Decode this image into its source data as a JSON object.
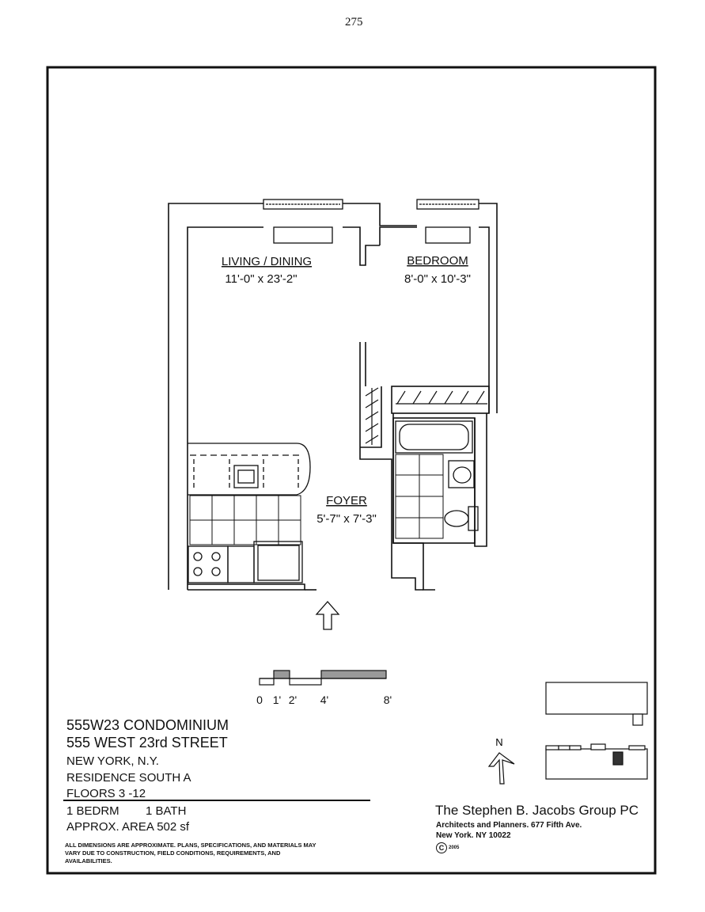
{
  "page_number": "275",
  "rooms": [
    {
      "name": "LIVING / DINING",
      "size": "11'-0\" x 23'-2\""
    },
    {
      "name": "BEDROOM",
      "size": "8'-0\" x 10'-3\""
    },
    {
      "name": "FOYER",
      "size": "5'-7\" x 7'-3\""
    }
  ],
  "scale_bar": {
    "labels": [
      "0",
      "1'",
      "2'",
      "4'",
      "8'"
    ]
  },
  "north_label": "N",
  "title_block": {
    "building": "555W23 CONDOMINIUM",
    "street": "555 WEST 23rd STREET",
    "city": "NEW YORK,  N.Y.",
    "residence": "RESIDENCE SOUTH A",
    "floors": "FLOORS 3 -12",
    "bedrooms": "1 BEDRM",
    "baths": "1 BATH",
    "area": "APPROX.  AREA  502 sf",
    "disclaimer": "ALL DIMENSIONS ARE APPROXIMATE.  PLANS, SPECIFICATIONS, AND MATERIALS MAY VARY DUE TO CONSTRUCTION, FIELD CONDITIONS, REQUIREMENTS, AND AVAILABILITIES."
  },
  "architect": {
    "name": "The Stephen B. Jacobs Group PC",
    "line1": "Architects and Planners.  677 Fifth Ave.",
    "line2": "New York.  NY 10022",
    "copyright_symbol": "C",
    "copyright_year": "2005"
  }
}
